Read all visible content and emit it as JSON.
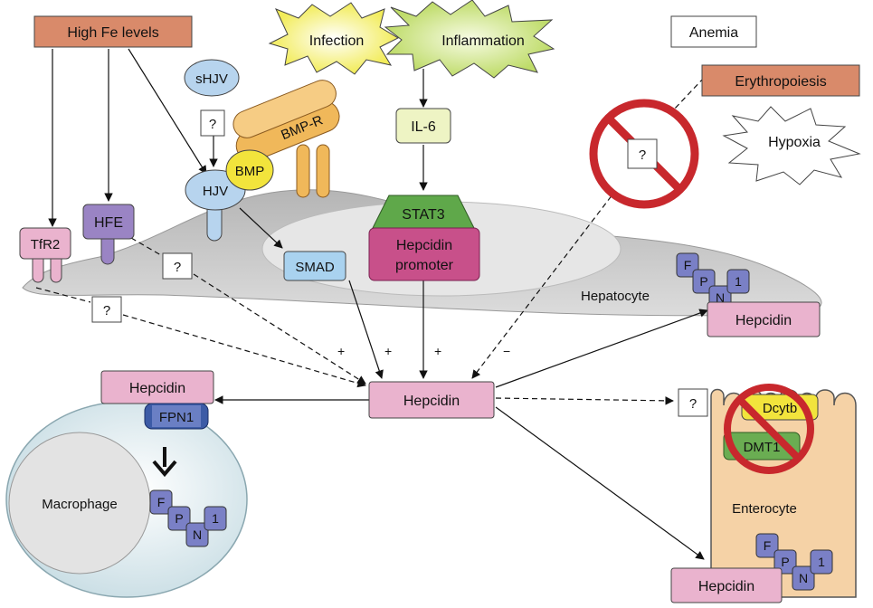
{
  "labels": {
    "high_fe": "High Fe levels",
    "infection": "Infection",
    "inflammation": "Inflammation",
    "anemia": "Anemia",
    "erythropoiesis": "Erythropoiesis",
    "hypoxia": "Hypoxia",
    "shjv": "sHJV",
    "hjv": "HJV",
    "bmp": "BMP",
    "bmp_r": "BMP-R",
    "il6": "IL-6",
    "stat3": "STAT3",
    "hepcidin_promoter_1": "Hepcidin",
    "hepcidin_promoter_2": "promoter",
    "tfr2": "TfR2",
    "hfe": "HFE",
    "smad": "SMAD",
    "hepatocyte": "Hepatocyte",
    "hepcidin_center": "Hepcidin",
    "hepcidin_hepatocyte": "Hepcidin",
    "hepcidin_macrophage": "Hepcidin",
    "fpn1": "FPN1",
    "macrophage": "Macrophage",
    "enterocyte": "Enterocyte",
    "dcytb": "Dcytb",
    "dmt1": "DMT1",
    "hepcidin_enterocyte": "Hepcidin",
    "question": "?",
    "plus": "+",
    "minus": "−",
    "fpn_f": "F",
    "fpn_p": "P",
    "fpn_n": "N",
    "fpn_1": "1"
  },
  "colors": {
    "high_fe": "#d98a6a",
    "erythropoiesis": "#d98a6a",
    "infection": "#f4f08a",
    "inflammation": "#d7ea8e",
    "il6": "#eef4c4",
    "stat3": "#5fa84a",
    "promoter": "#c8508a",
    "hepcidin": "#eab3ce",
    "smad": "#a9d2ef",
    "hjv": "#b7d4ee",
    "bmp": "#f2e43c",
    "bmp_r": "#f0b85a",
    "tfr2": "#eab3ce",
    "hfe": "#9a84c4",
    "fpn": "#7a80c6",
    "fpn1_bar": "#3c5ba6",
    "hepatocyte": "#cfcfcf",
    "nucleus": "#e2e2e2",
    "macrophage": "#d6e6ea",
    "enterocyte": "#f5d2a6",
    "dcytb": "#f2e43c",
    "dmt1": "#6aad52",
    "prohibit": "#c8282d"
  }
}
